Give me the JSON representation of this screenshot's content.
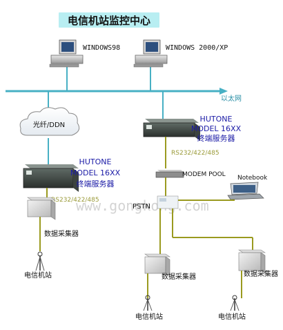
{
  "title": "电信机站监控中心",
  "computers": {
    "left_label": "WINDOWS98",
    "right_label": "WINDOWS 2000/XP"
  },
  "ethernet_label": "以太网",
  "cloud_label": "光纤/DDN",
  "server_right": {
    "line1": "HUTONE",
    "line2": "MODEL 16XX",
    "line3": "终端服务器",
    "interface": "RS232/422/485"
  },
  "server_left": {
    "line1": "HUTONE",
    "line2": "MODEL 16XX",
    "line3": "终端服务器",
    "interface": "RS232/422/485"
  },
  "modem_pool_label": "MODEM POOL",
  "notebook_label": "Notebook",
  "pstn_label": "PSTN",
  "watermark": "www.gongkong.com",
  "collectors": {
    "left": "数据采集器",
    "bottom_left": "数据采集器",
    "bottom_right": "数据采集器"
  },
  "stations": {
    "left": "电信机站",
    "bottom_left": "电信机站",
    "bottom_right": "电信机站"
  },
  "colors": {
    "ethernet": "#47b0c4",
    "link": "#9a9a1f",
    "server_label": "#1a1aa6",
    "title_bg": "#b8eef2"
  }
}
